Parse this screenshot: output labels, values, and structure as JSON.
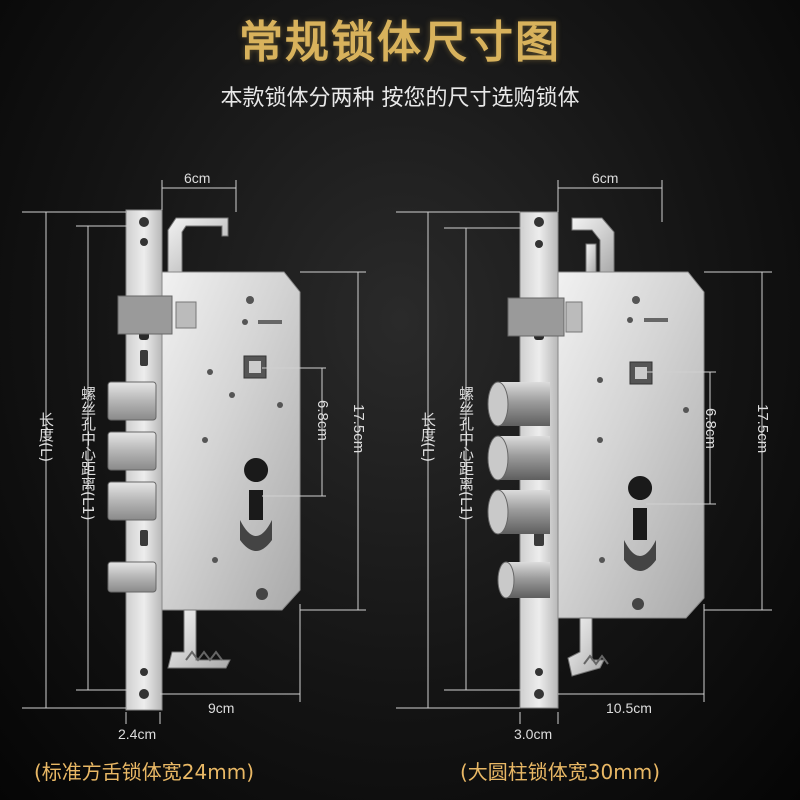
{
  "title": "常规锁体尺寸图",
  "subtitle": "本款锁体分两种 按您的尺寸选购锁体",
  "left_lock": {
    "width_top": "6cm",
    "length_label": "长度(L)",
    "hole_distance_label": "螺丝孔中心距离(L1)",
    "dim_small": "6.8cm",
    "dim_large": "17.5cm",
    "width_bottom": "9cm",
    "face_width": "2.4cm",
    "caption": "(标准方舌锁体宽24mm)"
  },
  "right_lock": {
    "width_top": "6cm",
    "length_label": "长度(L)",
    "hole_distance_label": "螺丝孔中心距离(L1)",
    "dim_small": "6.8cm",
    "dim_large": "17.5cm",
    "width_bottom": "10.5cm",
    "face_width": "3.0cm",
    "caption": "(大圆柱锁体宽30mm)"
  }
}
